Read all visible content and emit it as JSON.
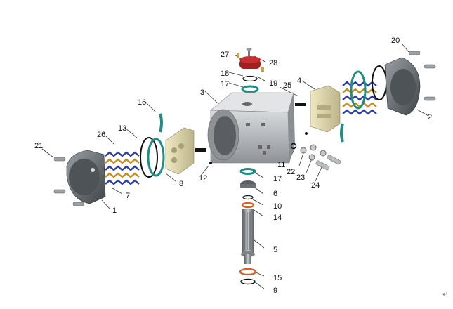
{
  "labels": {
    "p1": "1",
    "p2": "2",
    "p3": "3",
    "p4": "4",
    "p5": "5",
    "p6": "6",
    "p7": "7",
    "p8": "8",
    "p9": "9",
    "p10": "10",
    "p11": "11",
    "p12": "12",
    "p13": "13",
    "p14": "14",
    "p15": "15",
    "p16": "16",
    "p17a": "17",
    "p17b": "17",
    "p18": "18",
    "p19": "19",
    "p20": "20",
    "p21": "21",
    "p22": "22",
    "p23": "23",
    "p24": "24",
    "p25": "25",
    "p26": "26",
    "p27": "27",
    "p28": "28"
  },
  "return_mark": "↵",
  "colors": {
    "body": "#b9bcc1",
    "cap": "#6e7378",
    "piston": "#d9d2a5",
    "spring_blue": "#2a3aa8",
    "spring_gold": "#c98a1e",
    "oring_teal": "#1f8f86",
    "oring_black": "#111111",
    "oring_orange": "#d2642a",
    "indicator_red": "#a71e1e"
  }
}
